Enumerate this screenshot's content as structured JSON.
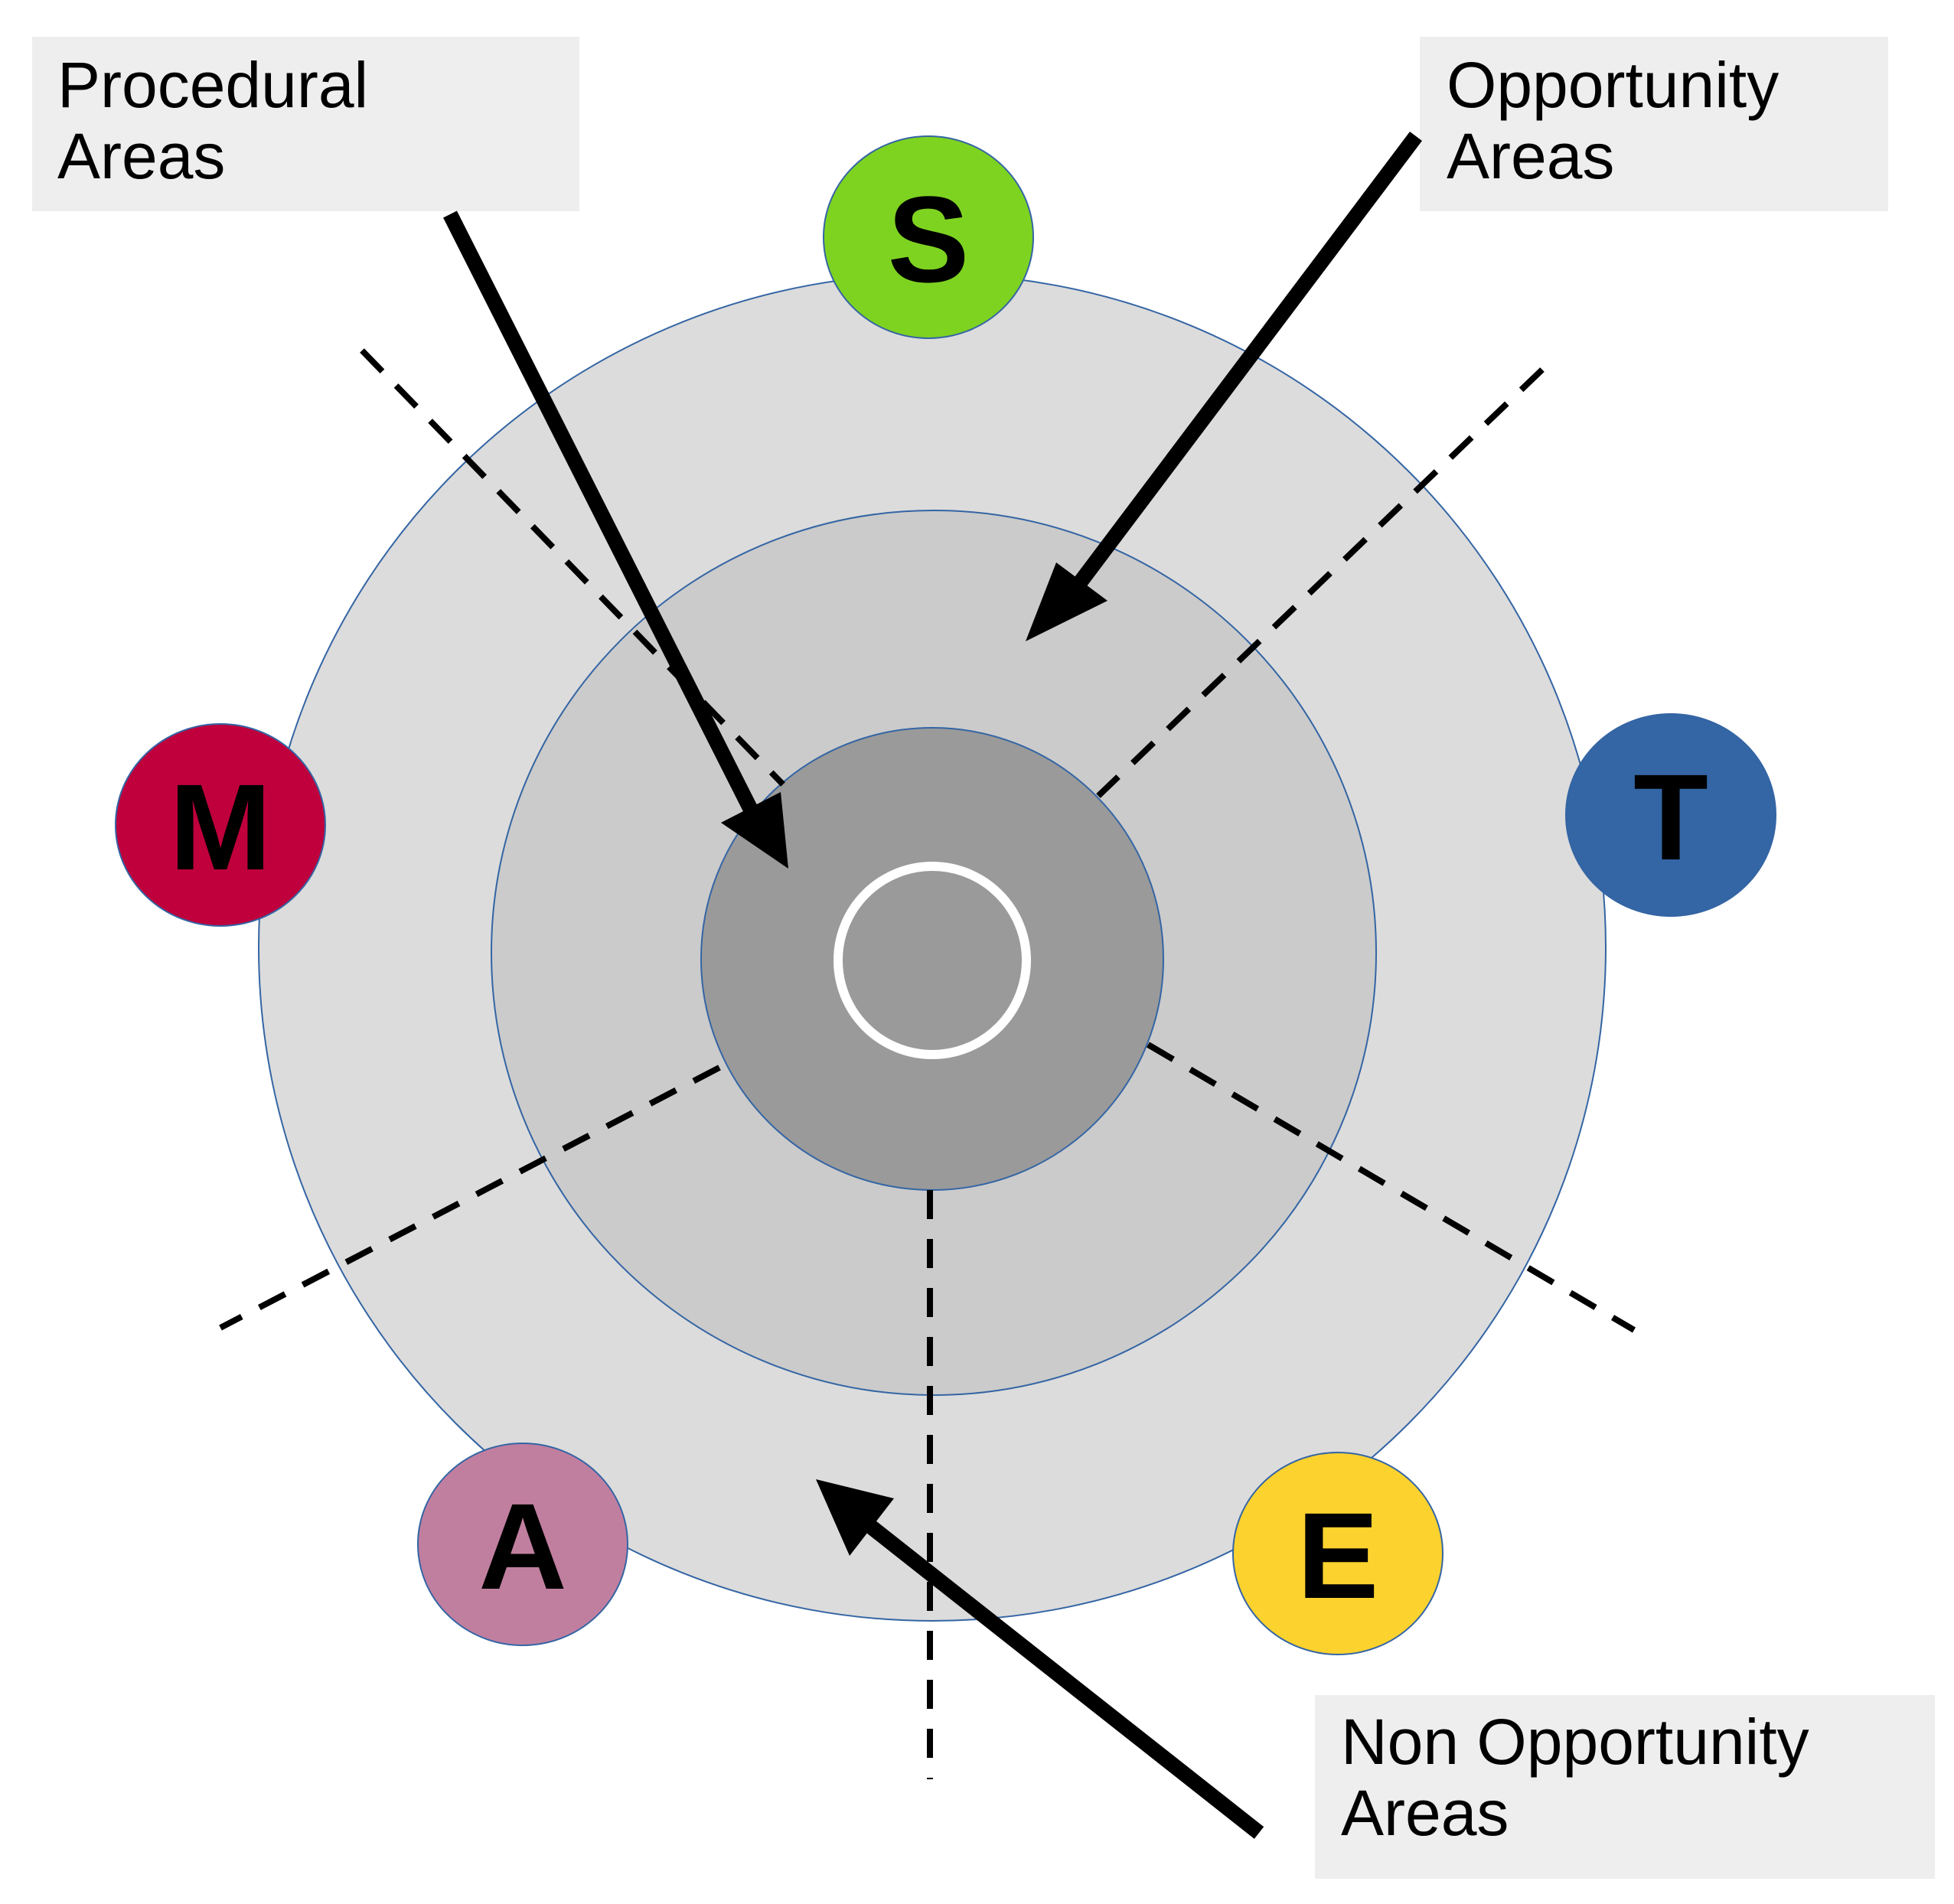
{
  "callouts": {
    "procedural": {
      "line1": "Procedural",
      "line2": "Areas"
    },
    "opportunity": {
      "line1": "Opportunity",
      "line2": "Areas"
    },
    "non_opportunity": {
      "line1": "Non Opportunity",
      "line2": "Areas"
    }
  },
  "nodes": [
    {
      "id": "s",
      "letter": "S",
      "color": "#7ed321"
    },
    {
      "id": "t",
      "letter": "T",
      "color": "#3465a4"
    },
    {
      "id": "e",
      "letter": "E",
      "color": "#fcd22e"
    },
    {
      "id": "a",
      "letter": "A",
      "color": "#c17fa0"
    },
    {
      "id": "m",
      "letter": "M",
      "color": "#bf003c"
    }
  ],
  "colors": {
    "outer_ring": "#dcdcdc",
    "middle_ring": "#cbcbcb",
    "inner_core": "#9a9a9a",
    "ring_stroke": "#3465a4",
    "callout_box": "#eeeeee",
    "center_ring": "#ffffff"
  }
}
